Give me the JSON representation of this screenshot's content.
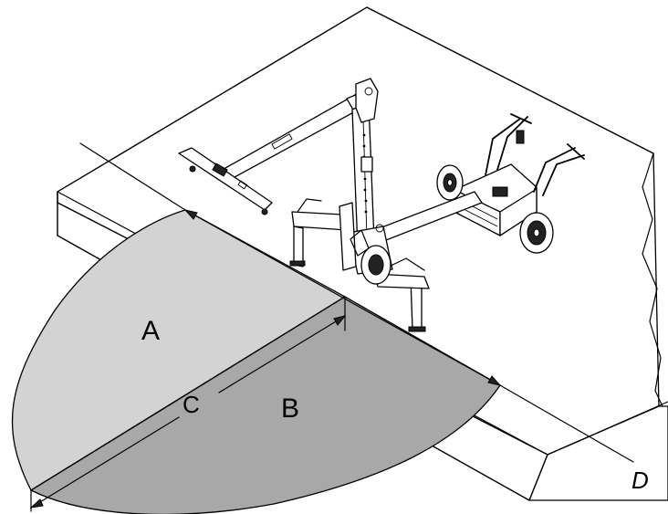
{
  "labels": {
    "zone_a": "A",
    "zone_b": "B",
    "dimension_c": "C",
    "dimension_d": "D"
  },
  "colors": {
    "zone_a_fill": "#d3d3d3",
    "zone_b_fill": "#a8a8a8",
    "outline": "#000000"
  }
}
